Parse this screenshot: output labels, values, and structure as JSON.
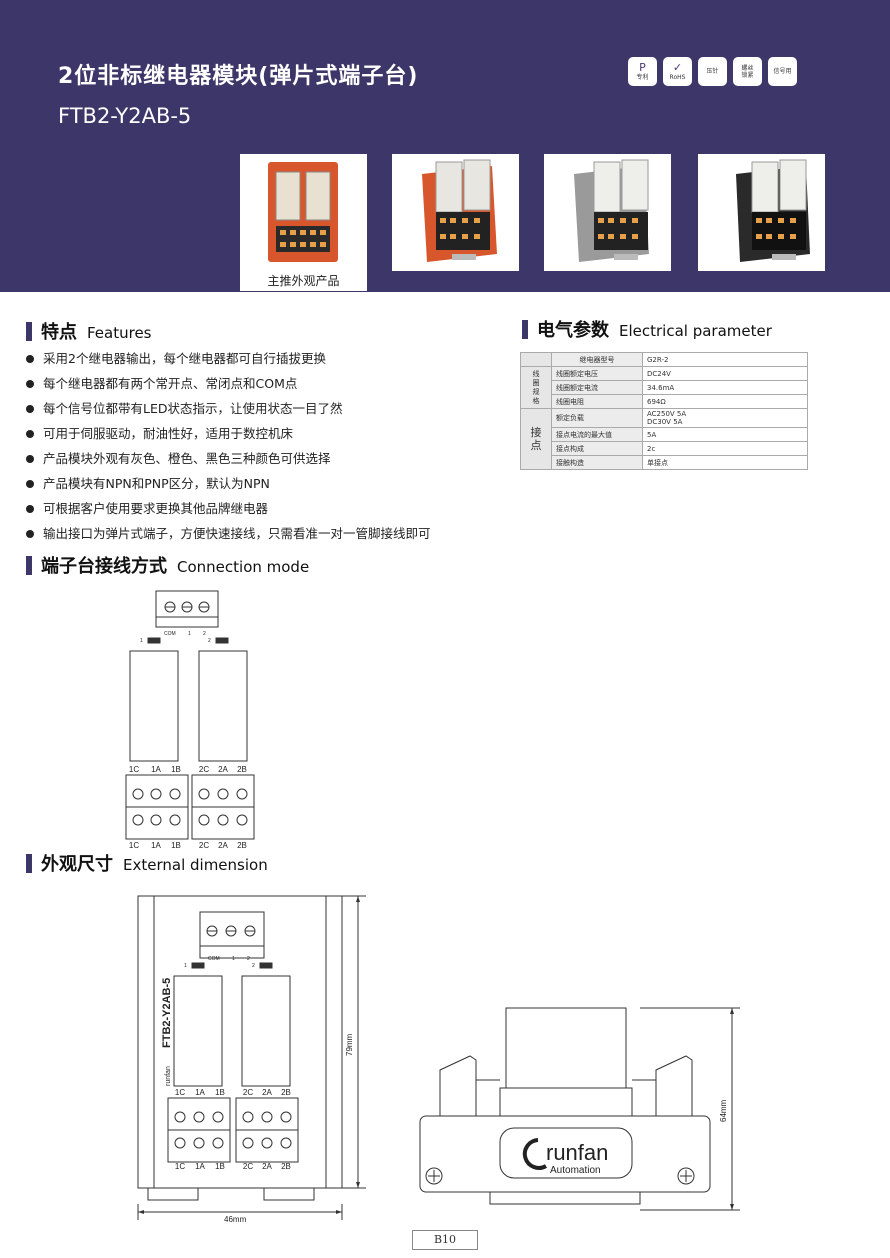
{
  "header": {
    "title": "2位非标继电器模块(弹片式端子台)",
    "model": "FTB2-Y2AB-5",
    "badges": [
      {
        "glyph": "P",
        "label": "专利"
      },
      {
        "glyph": "✓",
        "label": "RoHS"
      },
      {
        "glyph": "",
        "label": "压针"
      },
      {
        "glyph": "",
        "label": "螺丝锁紧"
      },
      {
        "glyph": "",
        "label": "信号用"
      }
    ],
    "photo_caption": "主推外观产品",
    "photo_colors": [
      "#d8562c",
      "#d8562c",
      "#9a9a9a",
      "#2a2a2a"
    ]
  },
  "features": {
    "title_cn": "特点",
    "title_en": "Features",
    "items": [
      "采用2个继电器输出，每个继电器都可自行插拔更换",
      "每个继电器都有两个常开点、常闭点和COM点",
      "每个信号位都带有LED状态指示，让使用状态一目了然",
      "可用于伺服驱动，耐油性好，适用于数控机床",
      "产品模块外观有灰色、橙色、黑色三种颜色可供选择",
      "产品模块有NPN和PNP区分，默认为NPN",
      "可根据客户使用要求更换其他品牌继电器",
      "输出接口为弹片式端子，方便快速接线，只需看准一对一管脚接线即可"
    ]
  },
  "electrical": {
    "title_cn": "电气参数",
    "title_en": "Electrical parameter",
    "relay_model_label": "继电器型号",
    "relay_model_value": "G2R-2",
    "coil_group": "线圈规格",
    "coil_rows": [
      {
        "k": "线圈额定电压",
        "v": "DC24V"
      },
      {
        "k": "线圈额定电流",
        "v": "34.6mA"
      },
      {
        "k": "线圈电阻",
        "v": "694Ω"
      }
    ],
    "contact_group": "接点",
    "contact_rows": [
      {
        "k": "额定负载",
        "v": "AC250V 5A",
        "v2": "DC30V 5A"
      },
      {
        "k": "接点电流的最大值",
        "v": "5A"
      },
      {
        "k": "接点构成",
        "v": "2c"
      },
      {
        "k": "接触构造",
        "v": "单接点"
      }
    ]
  },
  "connection": {
    "title_cn": "端子台接线方式",
    "title_en": "Connection mode",
    "top_labels": {
      "one": "1",
      "com": "COM",
      "a": "1",
      "b": "2",
      "two": "2"
    },
    "bottom_labels": [
      "1C",
      "1A",
      "1B",
      "2C",
      "2A",
      "2B"
    ]
  },
  "dimension": {
    "title_cn": "外观尺寸",
    "title_en": "External dimension",
    "width": "46mm",
    "height": "79mm",
    "side_height": "64mm",
    "module_text": "FTB2-Y2AB-5",
    "brand_small": "runfan",
    "brand": "runfan",
    "brand_sub": "Automation"
  },
  "footer": {
    "page": "B10"
  }
}
